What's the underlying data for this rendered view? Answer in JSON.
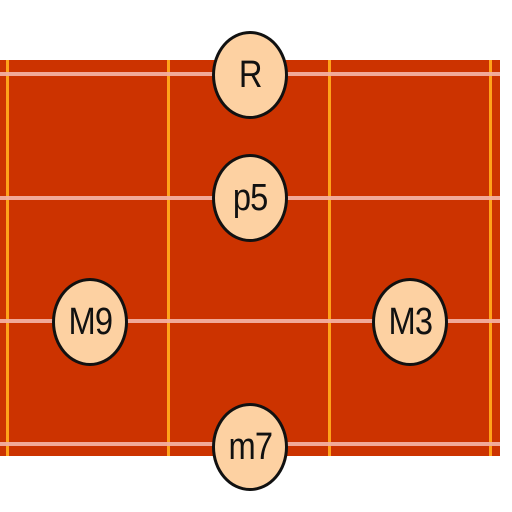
{
  "colors": {
    "board": "#cc3300",
    "fret": "#ffa21a",
    "string": "#f2b0a0",
    "note_fill": "#fdd1a2",
    "note_border": "#111111",
    "background": "#ffffff"
  },
  "notes": {
    "root": "R",
    "perfect_fifth": "p5",
    "major_ninth": "M9",
    "major_third": "M3",
    "minor_seventh": "m7"
  }
}
